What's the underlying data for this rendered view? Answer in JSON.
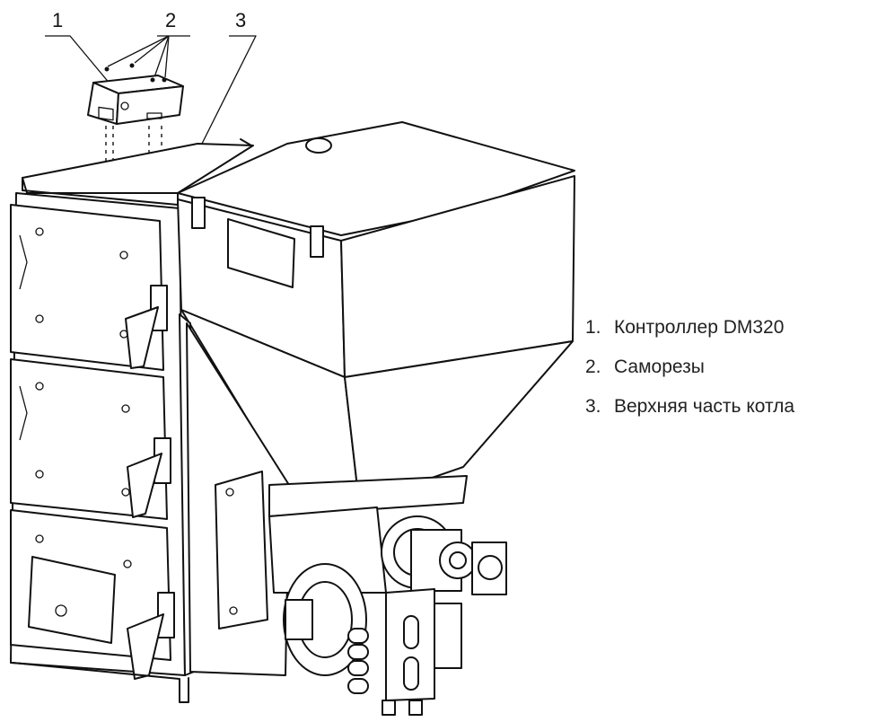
{
  "callouts": [
    {
      "number": "1"
    },
    {
      "number": "2"
    },
    {
      "number": "3"
    }
  ],
  "legend": [
    {
      "number": "1.",
      "label": "Контроллер DM320"
    },
    {
      "number": "2.",
      "label": "Саморезы"
    },
    {
      "number": "3.",
      "label": "Верхняя часть котла"
    }
  ]
}
